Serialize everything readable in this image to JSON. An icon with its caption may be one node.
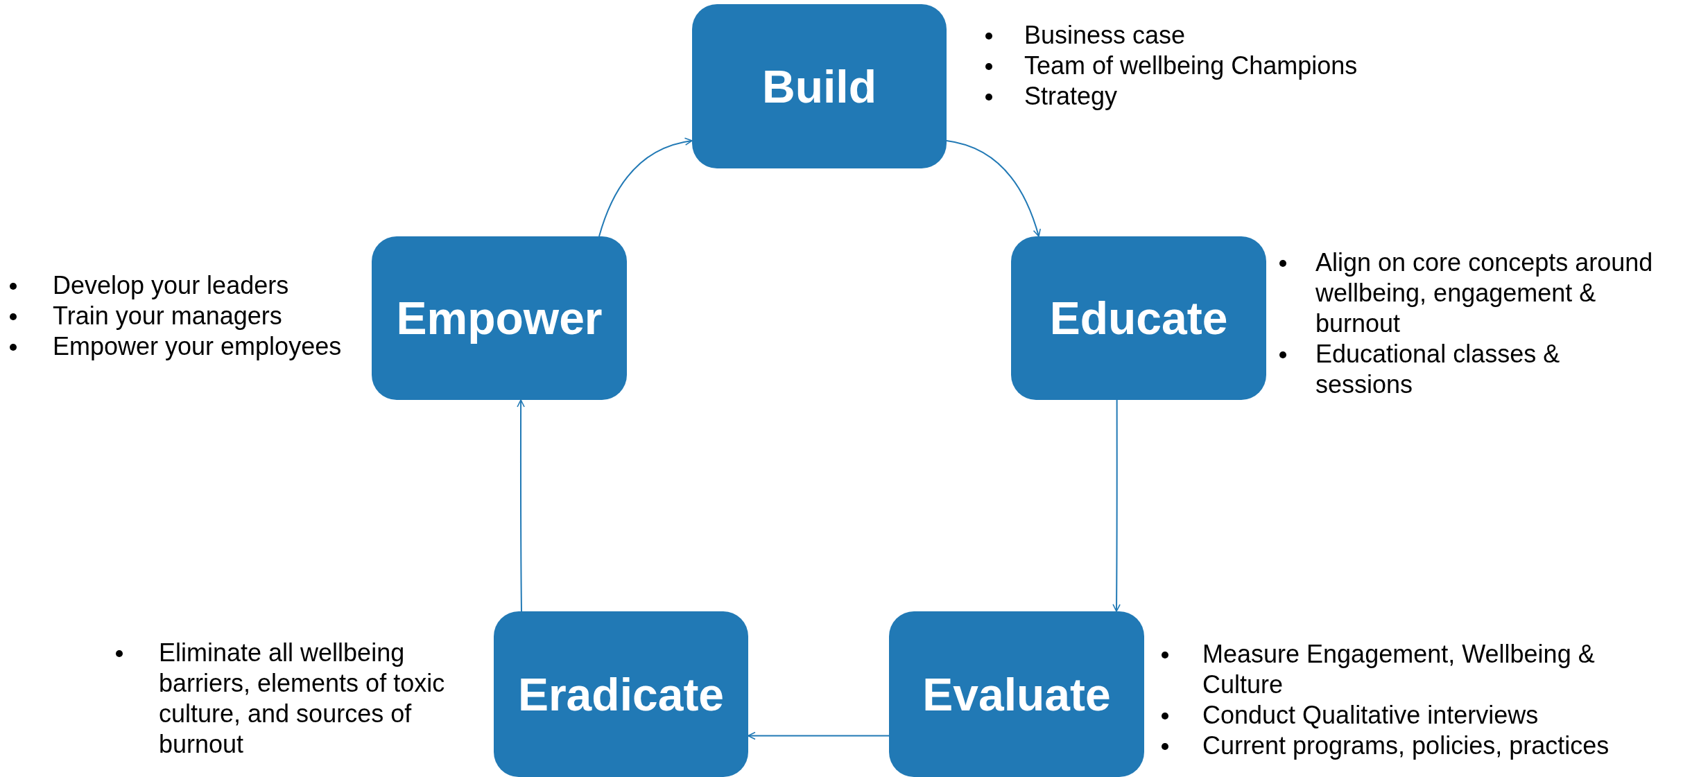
{
  "diagram": {
    "nodes": [
      {
        "text": [
          "Build"
        ],
        "beside": [
          "Business case",
          "Team of wellbeing Champions",
          "Strategy"
        ]
      },
      {
        "text": [
          "Educate"
        ],
        "beside": [
          "Align on core concepts around wellbeing, engagement & burnout",
          "Educational classes & sessions"
        ]
      },
      {
        "text": [
          "Evaluate"
        ],
        "beside": [
          "Measure Engagement, Wellbeing & Culture",
          "Conduct Qualitative interviews",
          "Current programs, policies, practices"
        ]
      },
      {
        "text": [
          "Eradicate"
        ],
        "beside": [
          "Eliminate all wellbeing barriers, elements of toxic culture, and sources of burnout"
        ]
      },
      {
        "text": [
          "Empower"
        ],
        "beside": [
          "Develop your leaders",
          "Train your managers",
          "Empower your employees"
        ]
      }
    ],
    "edges": [
      {
        "from": 0,
        "to": 1,
        "arrow": "to"
      },
      {
        "from": 1,
        "to": 2,
        "arrow": "to"
      },
      {
        "from": 2,
        "to": 3,
        "arrow": "to"
      },
      {
        "from": 3,
        "to": 4,
        "arrow": "to"
      },
      {
        "from": 4,
        "to": 0,
        "arrow": "to"
      }
    ]
  }
}
